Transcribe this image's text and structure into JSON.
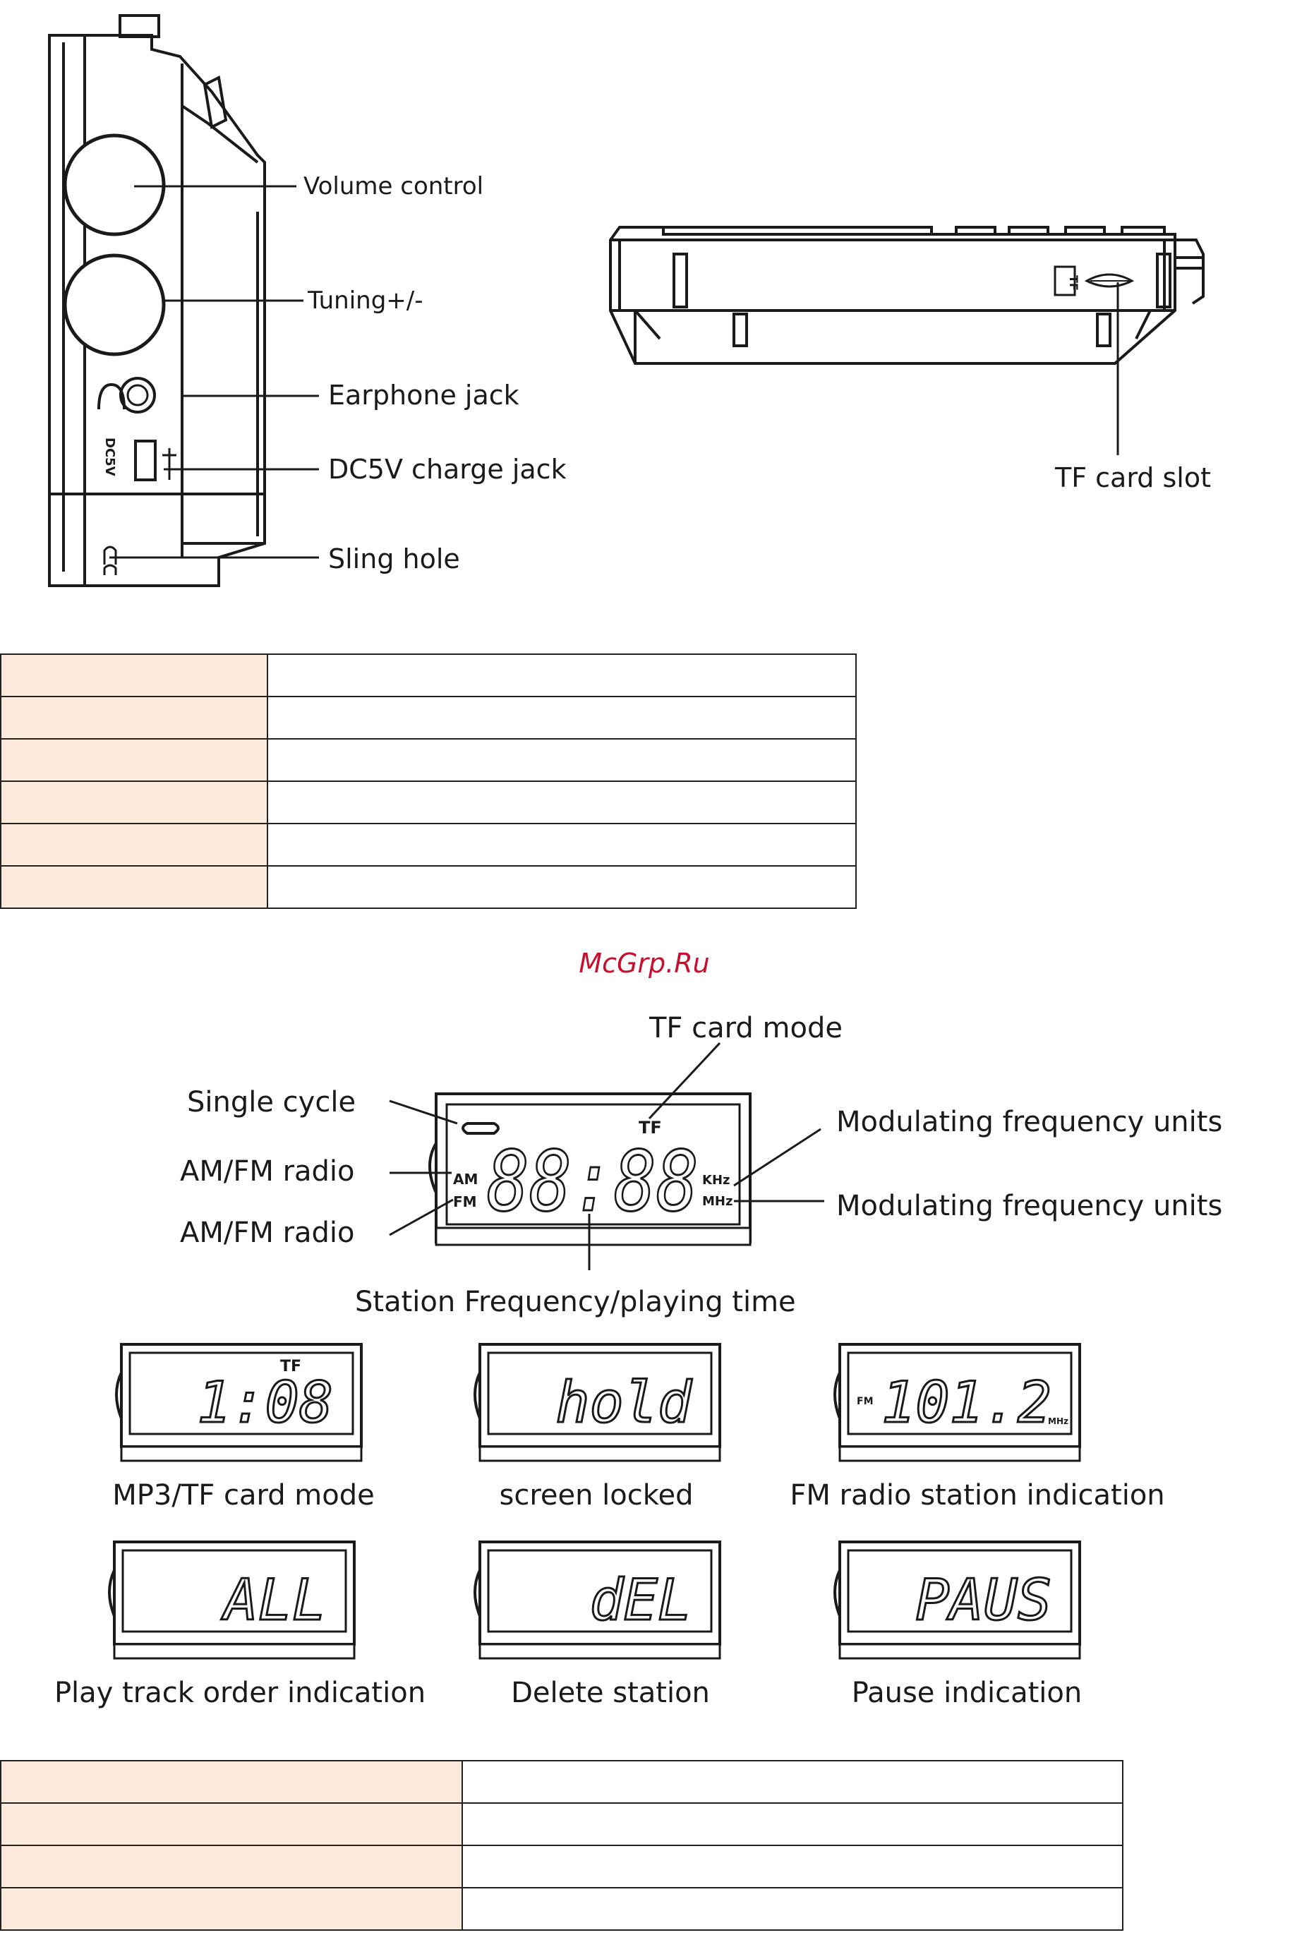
{
  "side_view": {
    "labels": {
      "volume": "Volume control",
      "tuning": "Tuning+/-",
      "earphone": "Earphone jack",
      "dc5v": "DC5V charge jack",
      "sling": "Sling hole"
    },
    "dc5v_marking": "DC5V"
  },
  "bottom_view": {
    "tf_slot_label": "TF card slot",
    "tf_marking": "TF"
  },
  "watermark": "McGrp.Ru",
  "lcd_main": {
    "labels": {
      "tf_mode": "TF card mode",
      "single_cycle": "Single cycle",
      "am_fm_1": "AM/FM radio",
      "am_fm_2": "AM/FM radio",
      "mod_units_1": "Modulating frequency units",
      "mod_units_2": "Modulating frequency units",
      "station": "Station Frequency/playing time"
    },
    "segments": {
      "tf": "TF",
      "am": "AM",
      "fm": "FM",
      "khz": "KHz",
      "mhz": "MHz",
      "digits": "88:88"
    }
  },
  "lcd_examples": [
    {
      "display": "1:08",
      "badge": "TF",
      "caption": "MP3/TF card mode"
    },
    {
      "display": "hold",
      "badge": "",
      "caption": "screen locked"
    },
    {
      "display": "101.2",
      "badge": "FM",
      "unit": "MHz",
      "caption": "FM radio station indication"
    },
    {
      "display": "ALL",
      "badge": "",
      "caption": "Play track order indication"
    },
    {
      "display": "dEL",
      "badge": "",
      "caption": "Delete station"
    },
    {
      "display": "PAUS",
      "badge": "",
      "caption": "Pause indication"
    }
  ],
  "colors": {
    "table_key_fill": "#fbe9dc",
    "line": "#1a1a1a",
    "watermark": "#c8102e"
  }
}
